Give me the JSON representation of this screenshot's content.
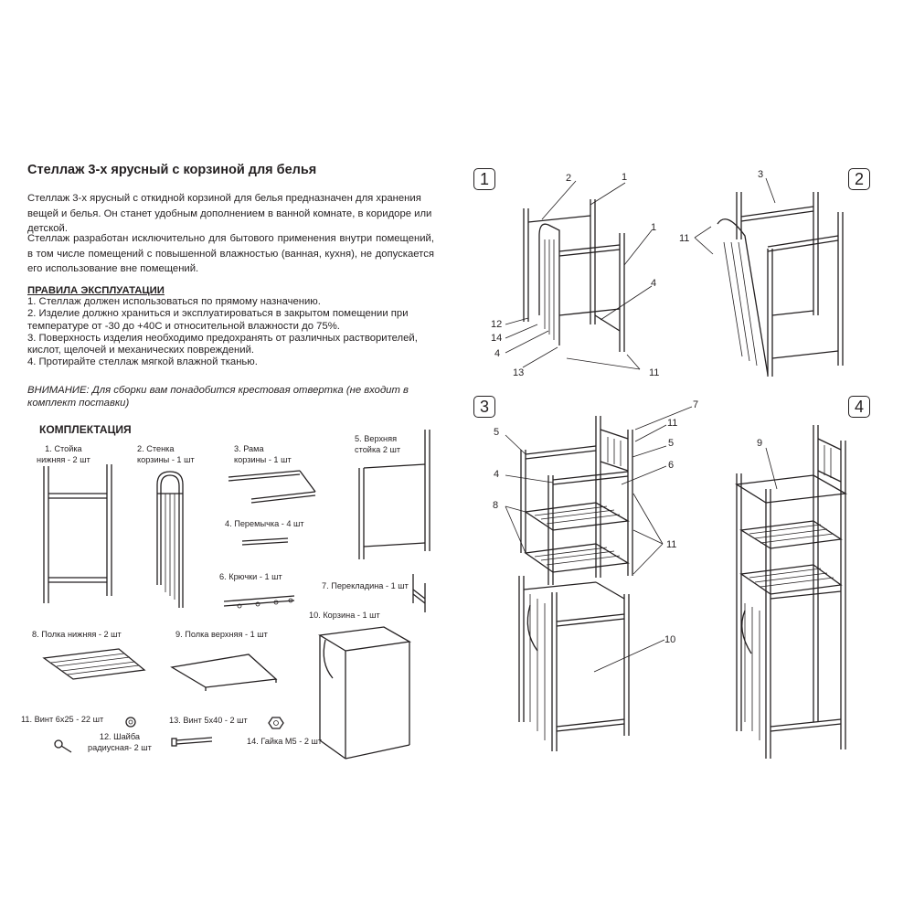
{
  "title": "Стеллаж 3-х ярусный с корзиной для белья",
  "intro": "Стеллаж 3-х ярусный с откидной корзиной для белья предназначен для хранения вещей и белья. Он станет удобным дополнением в ванной комнате, в коридоре или детской.",
  "usage": "Стеллаж разработан исключительно для бытового применения внутри помещений, в том числе помещений с повышенной влажностью (ванная, кухня), не допускается его использование вне помещений.",
  "rules": {
    "heading": "ПРАВИЛА ЭКСПЛУАТАЦИИ",
    "items": [
      "1. Стеллаж должен использоваться по прямому назначению.",
      "2. Изделие должно храниться и эксплуатироваться в закрытом помещении при температуре от -30 до +40С и относительной влажности до 75%.",
      "3. Поверхность изделия необходимо предохранять от различных растворителей, кислот, щелочей и механических повреждений.",
      "4. Протирайте стеллаж мягкой влажной тканью."
    ]
  },
  "warning": "ВНИМАНИЕ: Для сборки вам понадобится крестовая отвертка (не входит в комплект поставки)",
  "kit": {
    "heading": "КОМПЛЕКТАЦИЯ",
    "parts": [
      {
        "l1": "1. Стойка",
        "l2": "нижняя - 2 шт"
      },
      {
        "l1": "2. Стенка",
        "l2": "корзины - 1 шт"
      },
      {
        "l1": "3. Рама",
        "l2": "корзины - 1 шт"
      },
      {
        "l1": "4. Перемычка - 4 шт"
      },
      {
        "l1": "5. Верхняя",
        "l2": "стойка 2 шт"
      },
      {
        "l1": "6. Крючки - 1 шт"
      },
      {
        "l1": "7. Перекладина - 1 шт"
      },
      {
        "l1": "8. Полка нижняя - 2 шт"
      },
      {
        "l1": "9. Полка верхняя - 1 шт"
      },
      {
        "l1": "10. Корзина - 1 шт"
      },
      {
        "l1": "11. Винт 6х25 - 22 шт"
      },
      {
        "l1": "12. Шайба",
        "l2": "радиусная- 2 шт"
      },
      {
        "l1": "13. Винт 5х40 - 2 шт"
      },
      {
        "l1": "14. Гайка М5 - 2 шт"
      }
    ]
  },
  "steps": [
    "1",
    "2",
    "3",
    "4"
  ],
  "callouts": {
    "s1": [
      "2",
      "1",
      "1",
      "4",
      "12",
      "14",
      "4",
      "13",
      "11"
    ],
    "s2": [
      "3",
      "11"
    ],
    "s3": [
      "7",
      "11",
      "5",
      "5",
      "4",
      "6",
      "8",
      "11",
      "10"
    ],
    "s4": [
      "9"
    ]
  }
}
